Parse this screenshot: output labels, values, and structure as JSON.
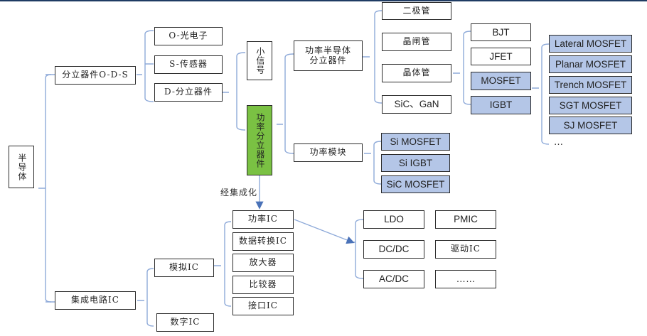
{
  "diagram": {
    "root": "半导体",
    "discrete": {
      "label": "分立器件O-D-S",
      "children": [
        "O-光电子",
        "S-传感器",
        "D-分立器件"
      ],
      "d_children": {
        "small_signal": "小信号",
        "power_discrete": "功率分立器件"
      },
      "power_semis": {
        "label": "功率半导体\n分立器件",
        "children": [
          "二极管",
          "晶闸管",
          "晶体管",
          "SiC、GaN"
        ],
        "transistors": [
          "BJT",
          "JFET",
          "MOSFET",
          "IGBT"
        ],
        "mosfet_types": [
          "Lateral MOSFET",
          "Planar MOSFET",
          "Trench MOSFET",
          "SGT MOSFET",
          "SJ MOSFET"
        ],
        "mosfet_more": "…"
      },
      "power_module": {
        "label": "功率模块",
        "children": [
          "Si MOSFET",
          "Si IGBT",
          "SiC MOSFET"
        ]
      }
    },
    "integration_label": "经集成化",
    "ic": {
      "label": "集成电路IC",
      "analog": {
        "label": "模拟IC",
        "children": [
          "功率IC",
          "数据转换IC",
          "放大器",
          "比较器",
          "接口IC"
        ]
      },
      "digital": {
        "label": "数字IC"
      },
      "power_ic_children": [
        "LDO",
        "PMIC",
        "DC/DC",
        "驱动IC",
        "AC/DC",
        "……"
      ]
    }
  },
  "colors": {
    "connector": "#8eaad9",
    "highlight_blue": "#b4c6e7",
    "highlight_green": "#7ac143",
    "border": "#2b2b2b",
    "topbar": "#1f3b63"
  }
}
